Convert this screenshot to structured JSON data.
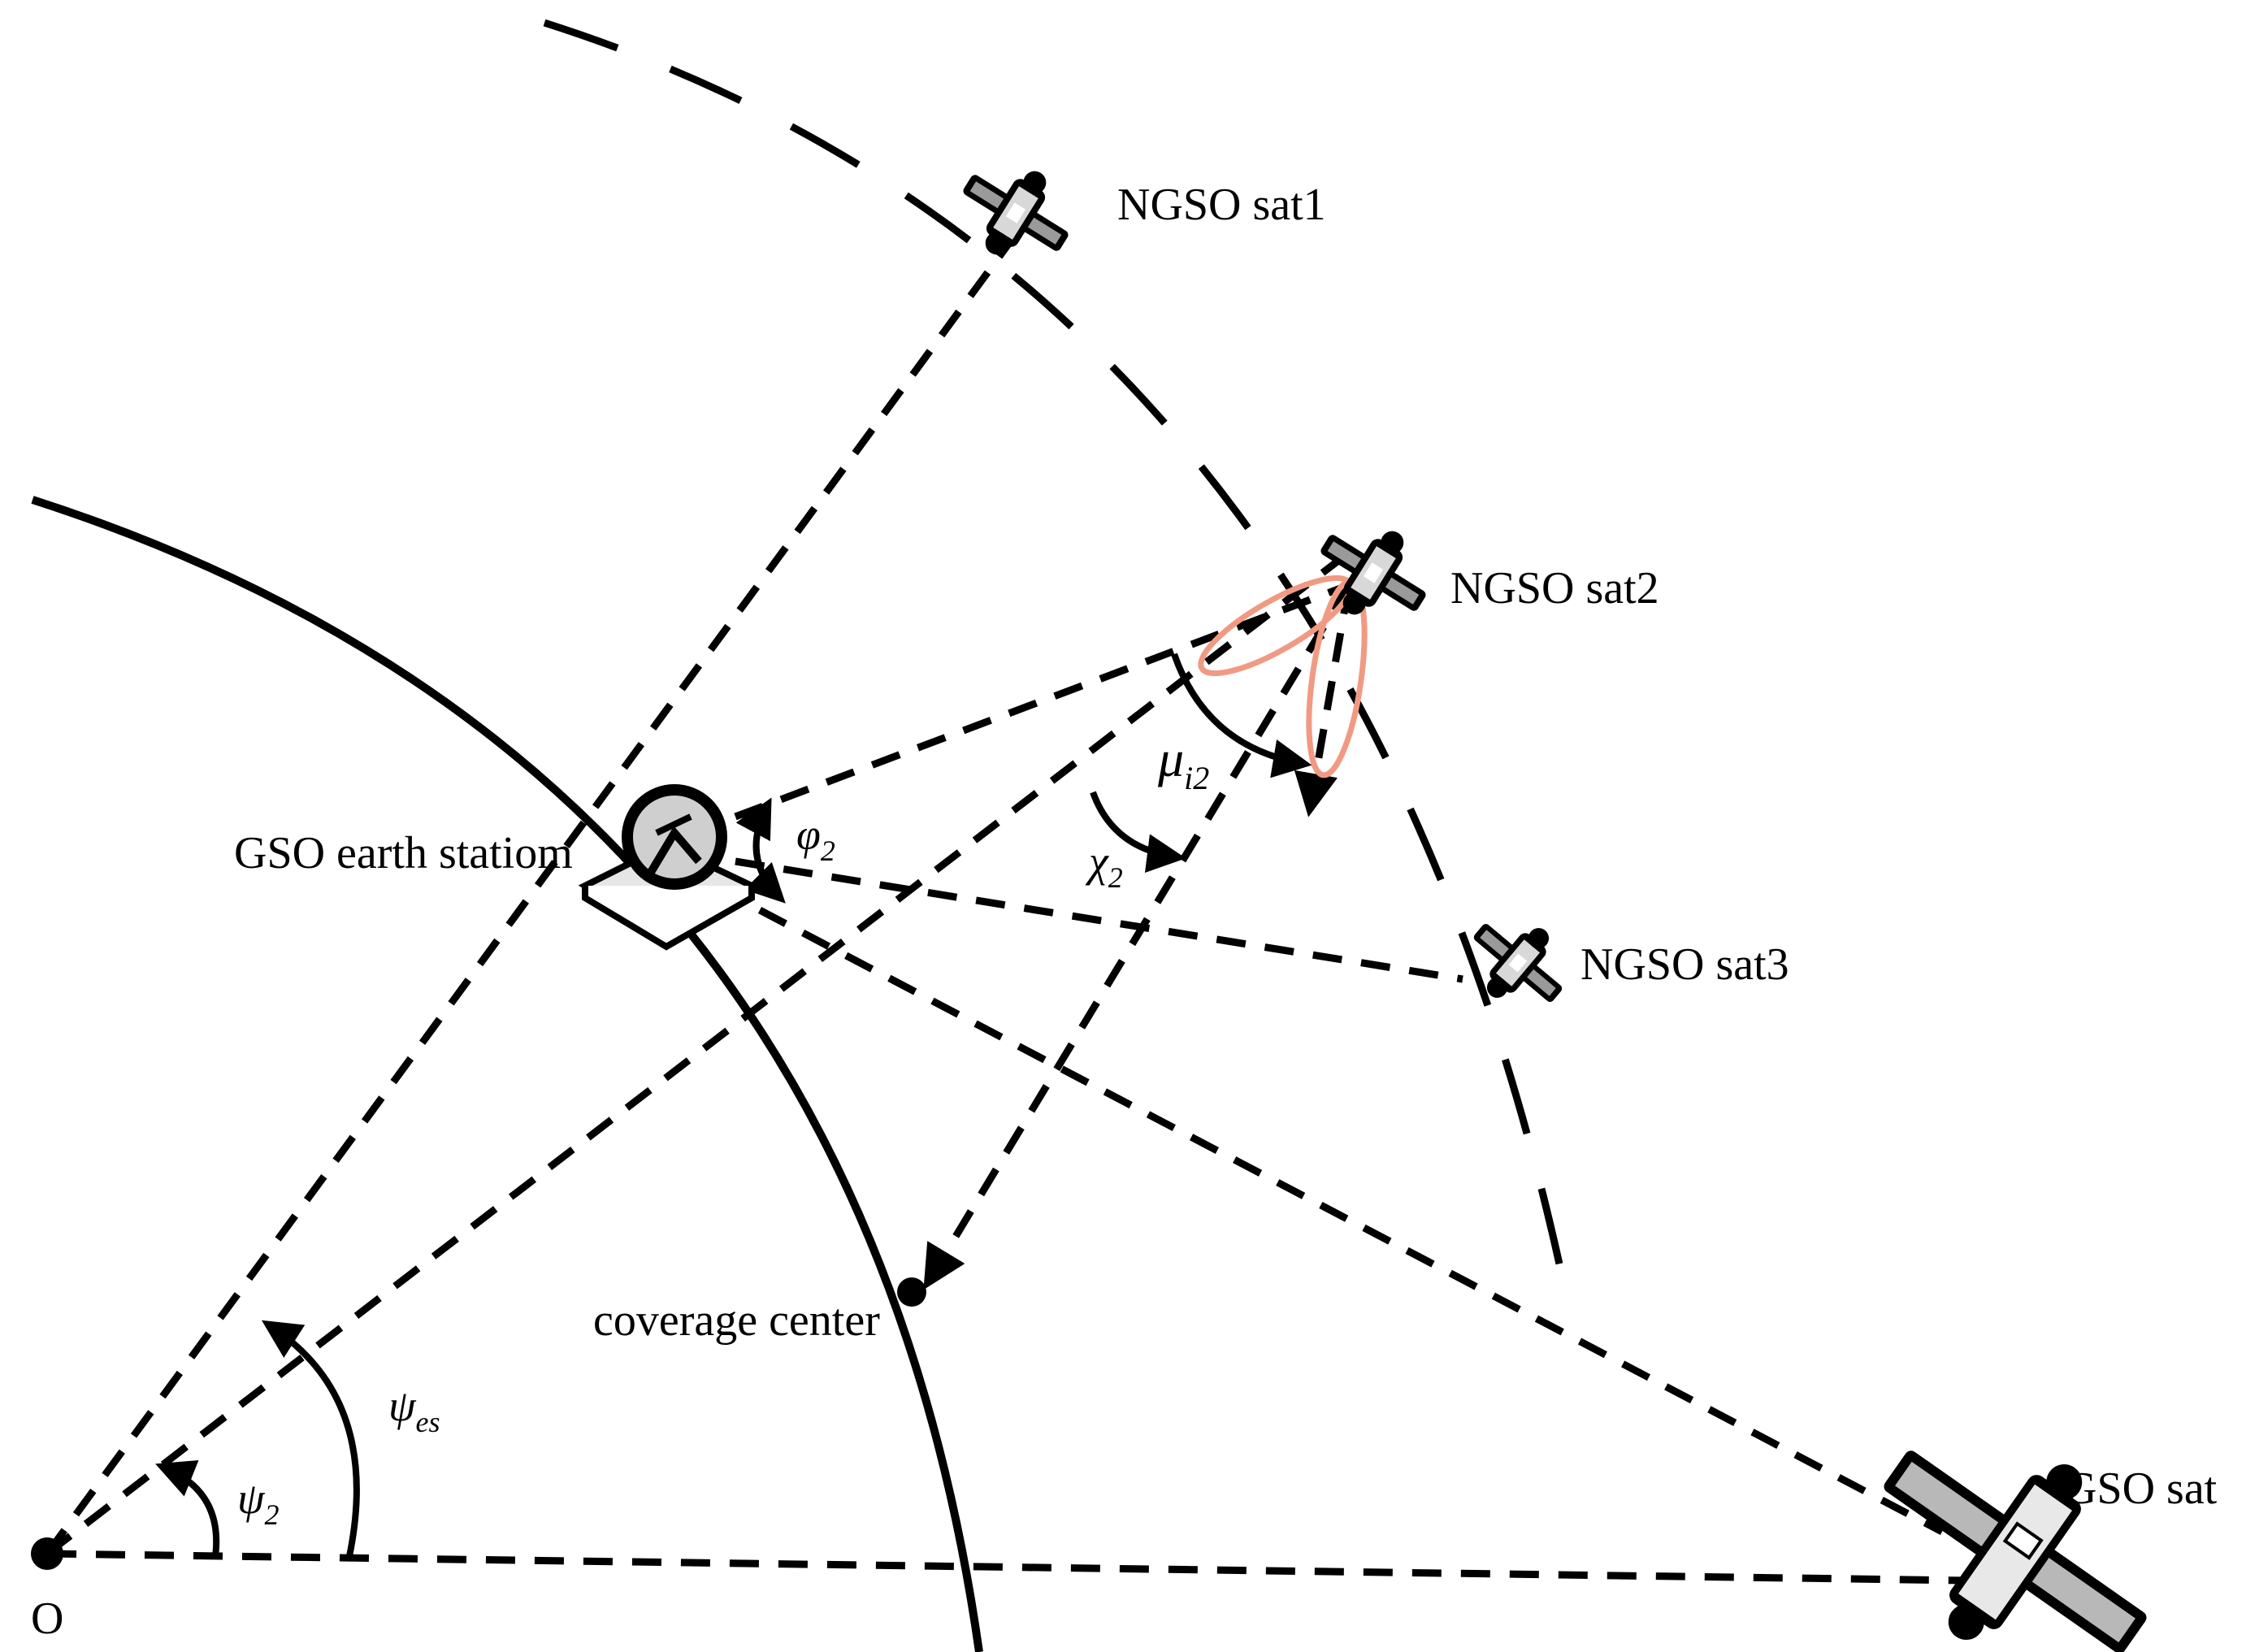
{
  "labels": {
    "ngso_sat1": "NGSO sat1",
    "ngso_sat2": "NGSO sat2",
    "ngso_sat3": "NGSO sat3",
    "gso_sat": "GSO sat",
    "gso_earth_station": "GSO earth statiom",
    "coverage_center": "coverage center",
    "origin": "O"
  },
  "angles": {
    "phi": {
      "sym": "φ",
      "sub": "2"
    },
    "chi": {
      "sym": "χ",
      "sub": "2"
    },
    "mu": {
      "sym": "μ",
      "sub": "i2"
    },
    "psi2": {
      "sym": "ψ",
      "sub": "2"
    },
    "psi_es": {
      "sym": "ψ",
      "sub": "es"
    }
  },
  "colors": {
    "lines": "#000000",
    "beam_lobes": "#f19a83",
    "satellite_body": "#000000",
    "satellite_panel": "#b8b8b8"
  },
  "icons": {
    "ngso_satellite": "small-satellite-icon",
    "gso_satellite": "large-satellite-icon",
    "earth_station": "dish-antenna-icon"
  }
}
